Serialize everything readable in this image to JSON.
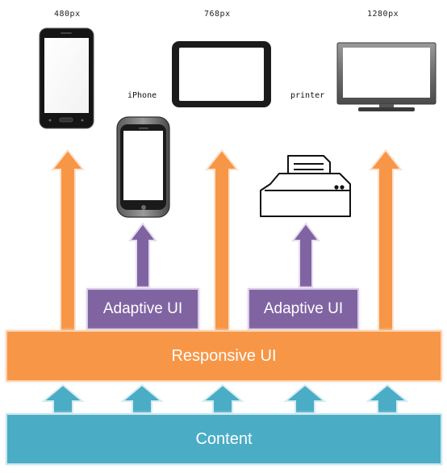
{
  "labels": {
    "px_480": "480px",
    "px_768": "768px",
    "px_1280": "1280px",
    "iphone": "iPhone",
    "printer": "printer"
  },
  "bands": {
    "responsive": "Responsive UI",
    "content": "Content",
    "adaptive_left": "Adaptive UI",
    "adaptive_right": "Adaptive UI"
  },
  "colors": {
    "orange": "#f79646",
    "purple": "#8064a2",
    "teal": "#4bacc6"
  },
  "icons": [
    "smartphone-icon",
    "tablet-icon",
    "monitor-icon",
    "iphone-icon",
    "printer-icon"
  ]
}
